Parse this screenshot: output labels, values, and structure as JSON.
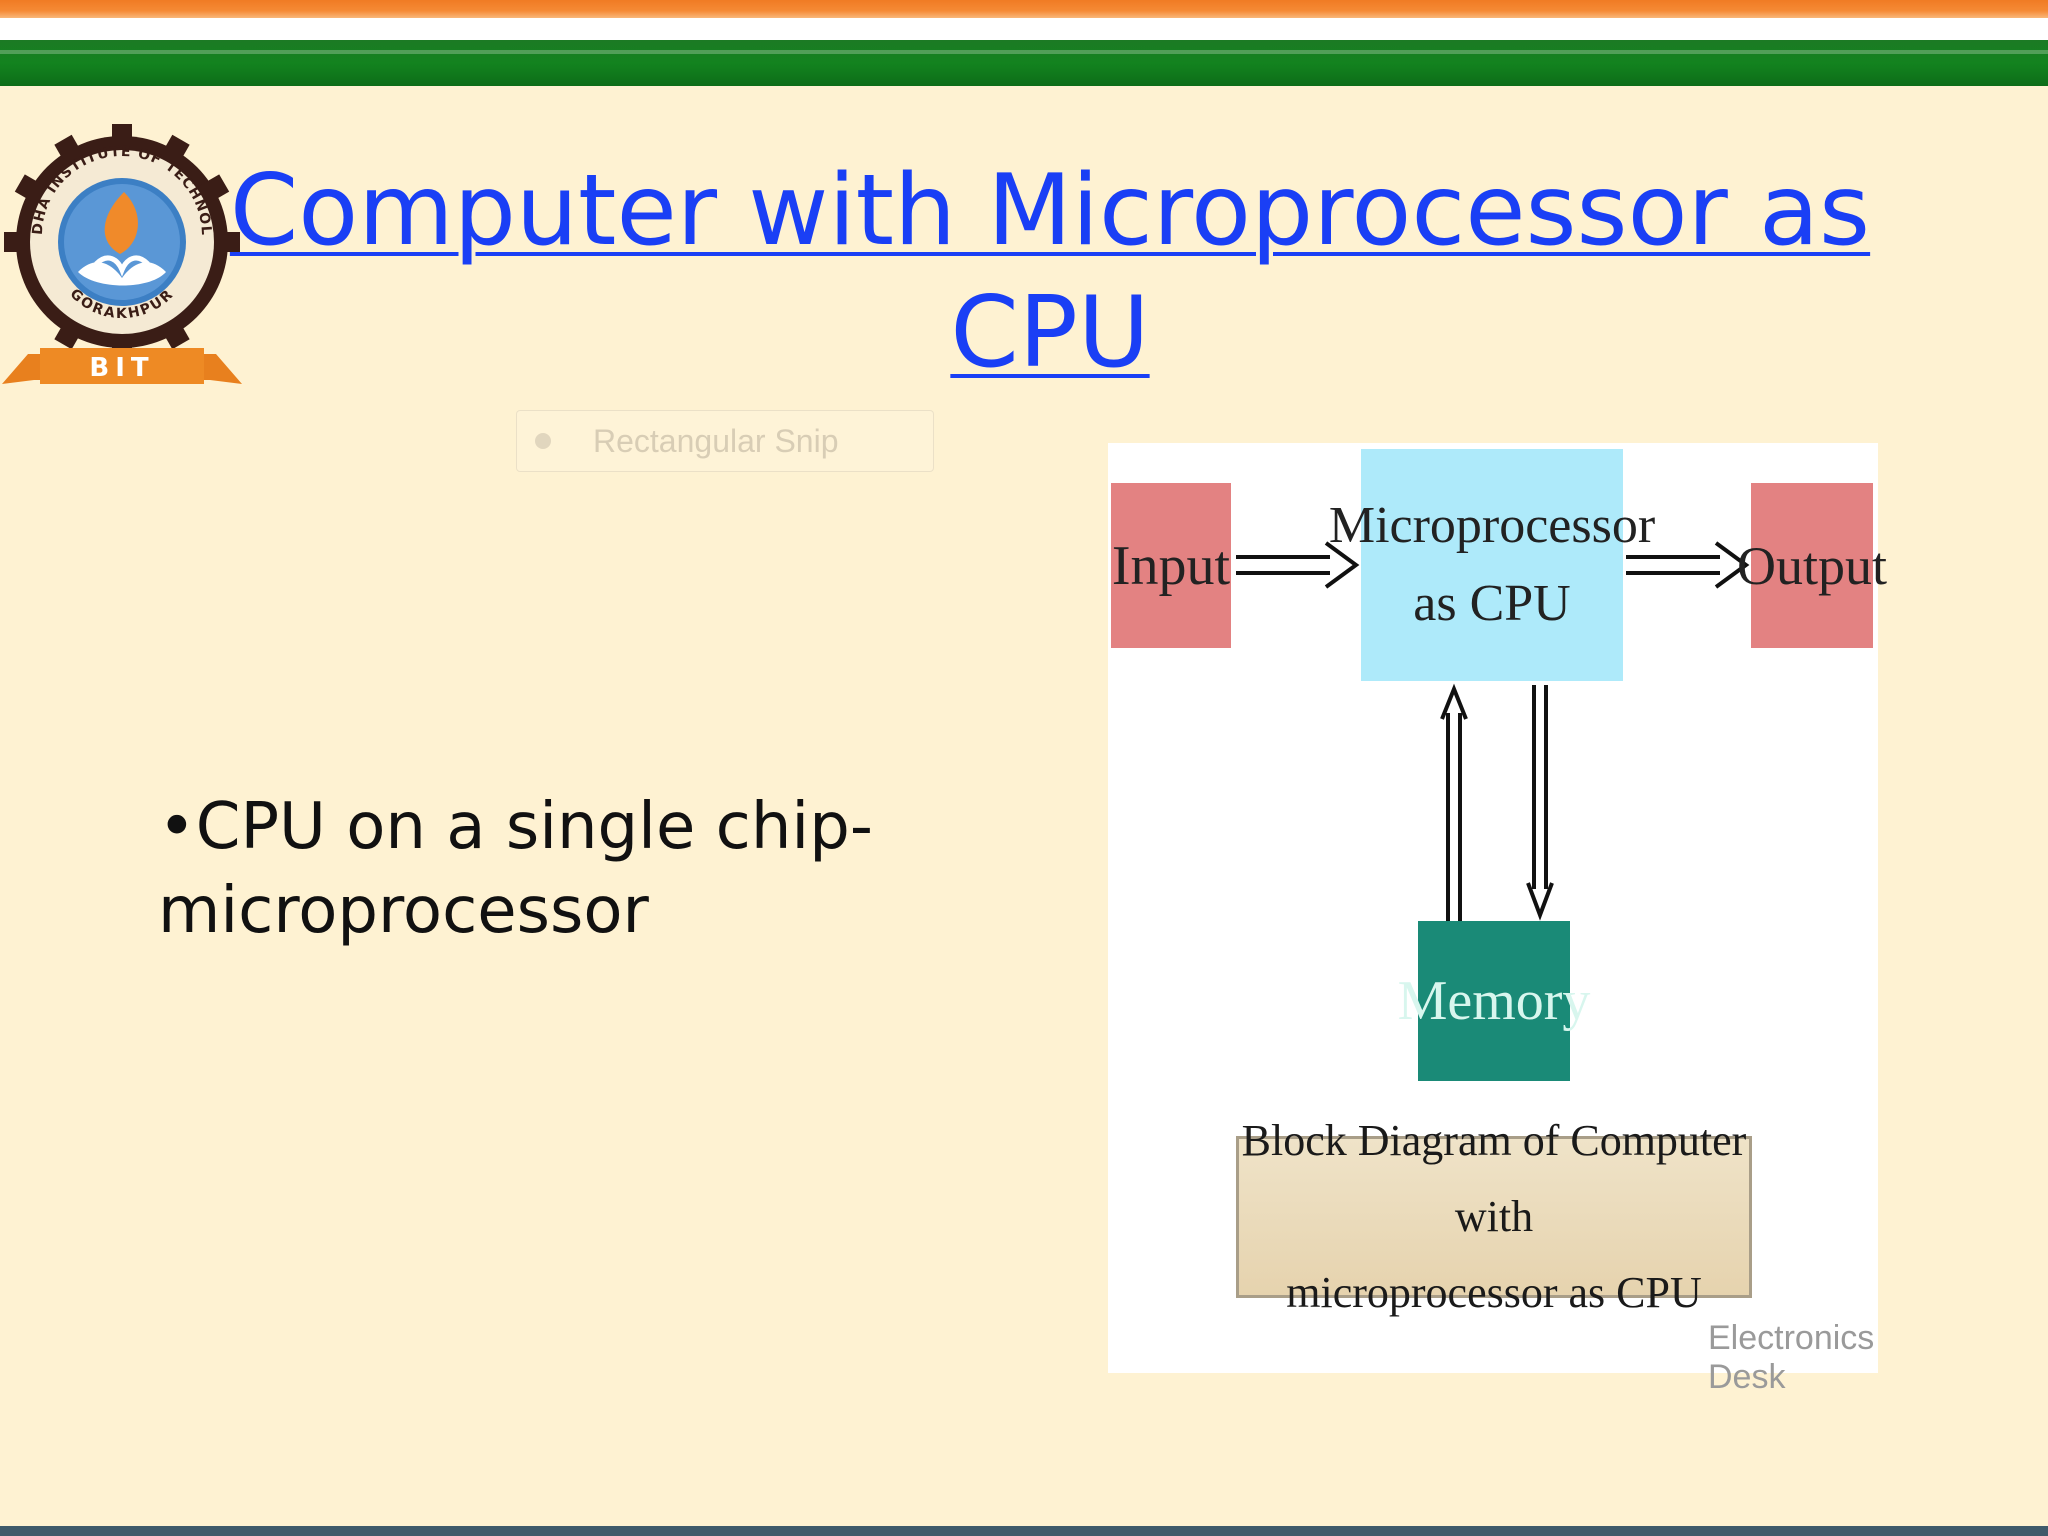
{
  "slide": {
    "title": "Computer with Microprocessor as CPU",
    "bullet": "•CPU on a single chip-microprocessor",
    "snip_overlay_label": "Rectangular Snip"
  },
  "logo": {
    "ring_text_top": "BUDDHA INSTITUTE OF TECHNOLOGY",
    "ring_text_bottom": "GORAKHPUR",
    "banner_text": "BIT"
  },
  "diagram": {
    "input_label": "Input",
    "cpu_label": "Microprocessor\nas CPU",
    "output_label": "Output",
    "memory_label": "Memory",
    "caption": "Block Diagram of Computer with\nmicroprocessor as CPU",
    "watermark": "Electronics Desk"
  },
  "colors": {
    "background": "#fef2d2",
    "title": "#1a3ff5",
    "band_saffron": "#f58a35",
    "band_green": "#13831f",
    "input_output_box": "#e38282",
    "cpu_box": "#aeeafa",
    "memory_box": "#1a8a77"
  }
}
